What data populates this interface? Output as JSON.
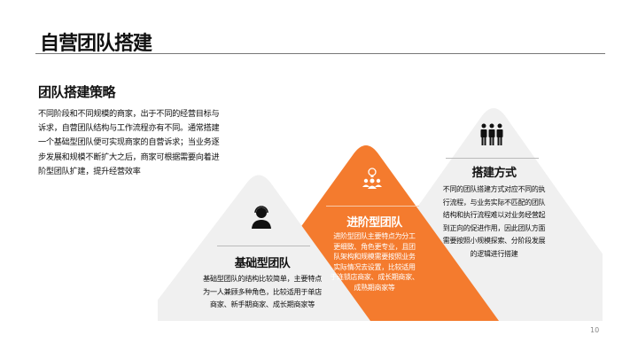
{
  "header": {
    "title": "自营团队搭建"
  },
  "strategy": {
    "title": "团队搭建策略",
    "lines": [
      "不同阶段和不同规模的商家，出于不同的经营目标与",
      "诉求，自营团队结构与工作流程亦有不同。通常搭建",
      "一个基础型团队便可实现商家的自营诉求；当业务逐",
      "步发展和规模不断扩大之后，商家可根据需要向着进",
      "阶型团队扩建，提升经营效率"
    ]
  },
  "cards": {
    "basic": {
      "title": "基础型团队",
      "icon": "customer-service-icon",
      "lines": [
        "基础型团队的结构比较简单，主要特点",
        "为一人兼顾多种角色，比较适用于单店",
        "商家、新手期商家、成长期商家等"
      ]
    },
    "advanced": {
      "title": "进阶型团队",
      "icon": "team-idea-icon",
      "lines": [
        "进阶型团队主要特点为分工",
        "更细致、角色更专业，且团",
        "队架构和规模需要按照业务",
        "实际情况去设置，比较适用",
        "于连锁店商家、成长期商家、",
        "成熟期商家等"
      ]
    },
    "method": {
      "title": "搭建方式",
      "icon": "group-people-icon",
      "lines": [
        "不同的团队搭建方式对应不同的执",
        "行流程，与业务实际不匹配的团队",
        "结构和执行流程难以对业务经营起",
        "到正向的促进作用，因此团队方面",
        "需要按照小规模探索、分阶段发展",
        "的逻辑进行搭建"
      ]
    }
  },
  "colors": {
    "accent": "#F47B2E",
    "mountain": "#F0F0F0"
  },
  "page_number": "10"
}
